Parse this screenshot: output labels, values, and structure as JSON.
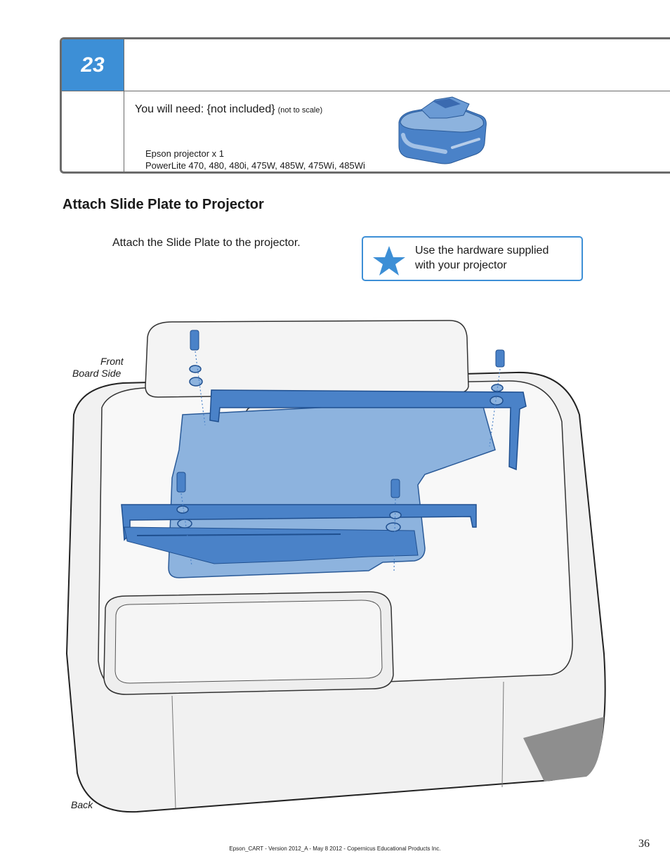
{
  "step": {
    "number": "23",
    "need_label": "You will need: {not included}",
    "need_note": "(not to scale)",
    "projector_line1": "Epson projector x 1",
    "projector_line2": "PowerLite 470, 480, 480i, 475W, 485W, 475Wi, 485Wi"
  },
  "section_title": "Attach Slide Plate to Projector",
  "instruction": "Attach the Slide Plate to the projector.",
  "note": {
    "line1": "Use the hardware supplied",
    "line2": "with your projector",
    "icon": "star-icon"
  },
  "diagram_labels": {
    "front": "Front",
    "board_side": "Board Side",
    "back": "Back"
  },
  "footer": "Epson_CART - Version 2012_A - May 8 2012 - Copernicus Educational Products Inc.",
  "page_number": "36",
  "colors": {
    "accent": "#3d8fd6",
    "plate": "#8db3de",
    "plate_dark": "#4a82c8",
    "border": "#6b6b6b"
  }
}
